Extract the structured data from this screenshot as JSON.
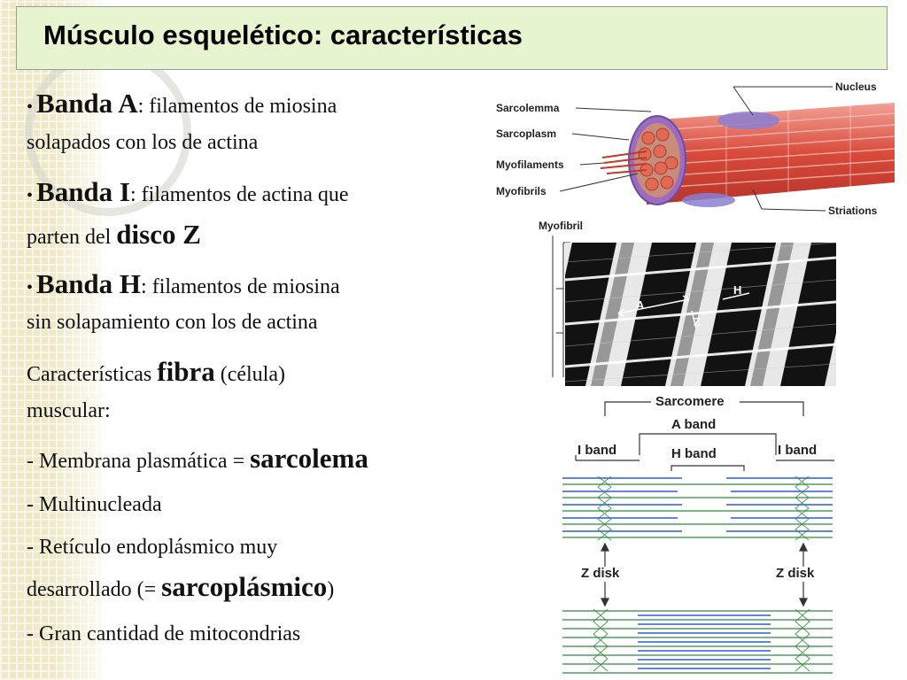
{
  "slide": {
    "title": "Músculo esquelético: características"
  },
  "bullets": [
    {
      "term": "Banda A",
      "rest_line1": ": filamentos de miosina",
      "line2": "solapados con los de actina"
    },
    {
      "term": "Banda I",
      "rest_line1": ": filamentos de actina que",
      "line2_pre": "parten del ",
      "line2_bold": "disco Z"
    },
    {
      "term": "Banda H",
      "rest_line1": ": filamentos de miosina",
      "line2": "sin solapamiento con los de actina"
    }
  ],
  "features": {
    "intro_pre": "Características ",
    "intro_bold": "fibra",
    "intro_post": " (célula)",
    "intro_line2": "muscular:",
    "membrane_pre": "- Membrana plasmática = ",
    "membrane_bold": "sarcolema",
    "multinucleated": "- Multinucleada",
    "reticulum_line1": "- Retículo endoplásmico muy",
    "reticulum_pre": "desarrollado (= ",
    "reticulum_bold": "sarcoplásmico",
    "reticulum_post": ")",
    "mitochondria": "- Gran cantidad de mitocondrias"
  },
  "figure_muscle": {
    "labels": {
      "nucleus": "Nucleus",
      "sarcolemma": "Sarcolemma",
      "sarcoplasm": "Sarcoplasm",
      "myofilaments": "Myofilaments",
      "myofibrils": "Myofibrils",
      "striations": "Striations"
    }
  },
  "figure_micrograph": {
    "label": "Myofibril",
    "marks": {
      "a": "A",
      "h": "H",
      "z": "Z"
    }
  },
  "figure_sarcomere": {
    "labels": {
      "sarcomere": "Sarcomere",
      "a_band": "A band",
      "i_band_left": "I band",
      "h_band": "H band",
      "i_band_right": "I band",
      "z_disk_left": "Z disk",
      "z_disk_right": "Z disk"
    }
  },
  "colors": {
    "title_bg": "#e6f4cf",
    "myosin": "#2e8b3a",
    "actin": "#2a5bd7",
    "fiber": "#d94a3a",
    "sarcolemma": "#8a7fd0"
  }
}
